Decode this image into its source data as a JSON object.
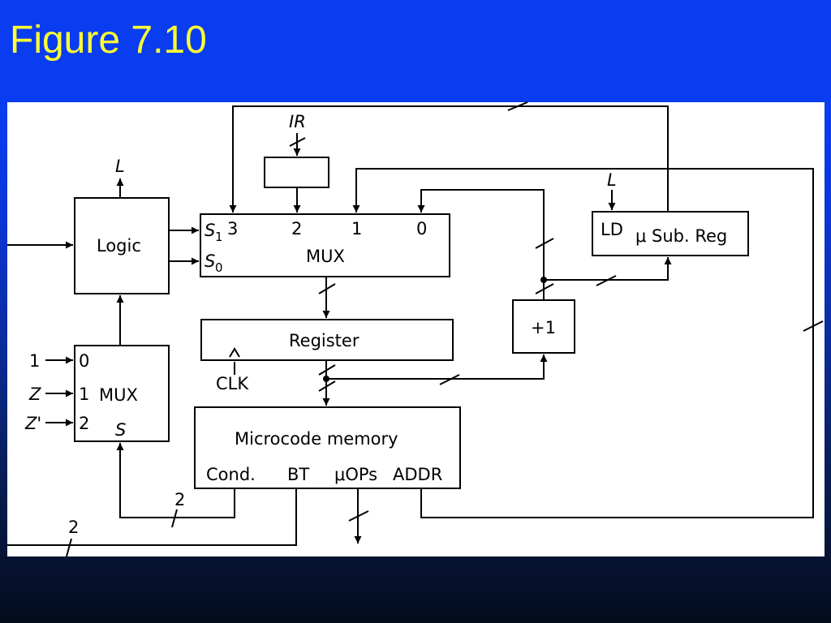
{
  "slide": {
    "title": "Figure 7.10"
  },
  "diagram": {
    "ir": "IR",
    "logic": "Logic",
    "logic_out": "L",
    "mux_top": {
      "label": "MUX",
      "s1": "S",
      "s1_sub": "1",
      "s0": "S",
      "s0_sub": "0",
      "in3": "3",
      "in2": "2",
      "in1": "1",
      "in0": "0"
    },
    "register": "Register",
    "clk": "CLK",
    "incrementer": "+1",
    "sub_reg": {
      "ld": "LD",
      "label": "μ Sub. Reg",
      "l": "L"
    },
    "mux_left": {
      "label": "MUX",
      "in0": "0",
      "in1": "1",
      "in2": "2",
      "select": "S",
      "src0": "1",
      "src1": "Z",
      "src2": "Z'"
    },
    "memory": {
      "label": "Microcode memory",
      "cond": "Cond.",
      "bt": "BT",
      "uops": "μOPs",
      "addr": "ADDR"
    },
    "bus_width_cond": "2",
    "bus_width_bt": "2"
  }
}
